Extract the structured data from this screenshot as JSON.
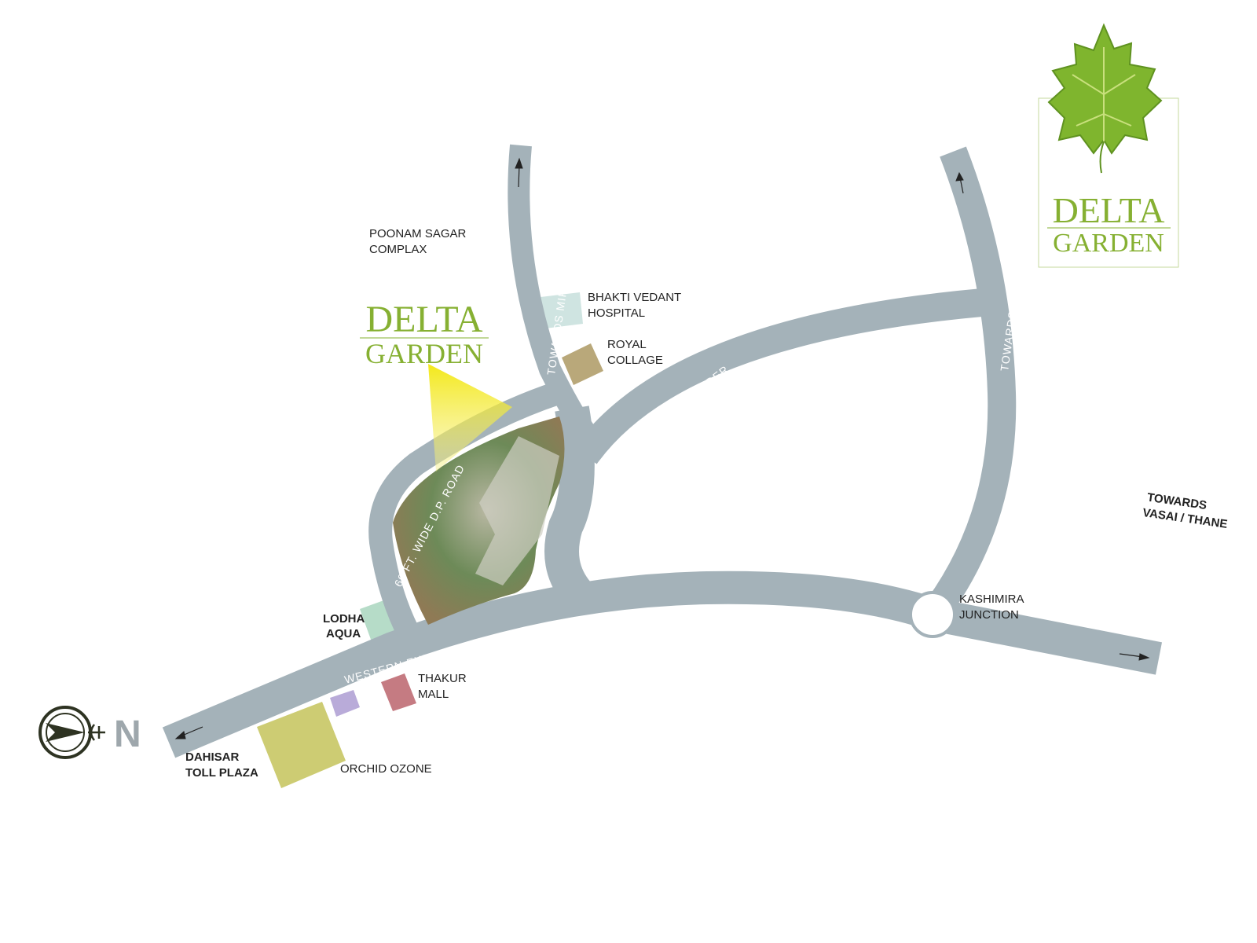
{
  "logo": {
    "line1": "DELTA",
    "line2": "GARDEN",
    "color": "#86b032",
    "icon": "grape-leaf-icon"
  },
  "project_marker": {
    "line1": "DELTA",
    "line2": "GARDEN"
  },
  "roads": {
    "highway": "WESTERN EXPRESS HIGHWAY",
    "dp_road": "60 FT. WIDE D.P. ROAD",
    "mira_road": "TOWARDS MIRA ROAD STATION",
    "bhaynder": "TOWARDS BHAYNDER",
    "mira_bhaynder": "TOWARDS MIRA BHAYNDER ROAD",
    "color": "#a4b2b9"
  },
  "landmarks": {
    "poonam_1": "POONAM SAGAR",
    "poonam_2": "COMPLAX",
    "bhakti_1": "BHAKTI VEDANT",
    "bhakti_2": "HOSPITAL",
    "royal_1": "ROYAL",
    "royal_2": "COLLAGE",
    "lodha_1": "LODHA",
    "lodha_2": "AQUA",
    "thakur_1": "THAKUR",
    "thakur_2": "MALL",
    "orchid": "ORCHID OZONE",
    "dahisar_1": "DAHISAR",
    "dahisar_2": "TOLL PLAZA",
    "kashimira_1": "KASHIMIRA",
    "kashimira_2": "JUNCTION",
    "vasai_1": "TOWARDS",
    "vasai_2": "VASAI / THANE"
  },
  "compass": {
    "label": "N",
    "icon": "compass-rose-icon"
  }
}
